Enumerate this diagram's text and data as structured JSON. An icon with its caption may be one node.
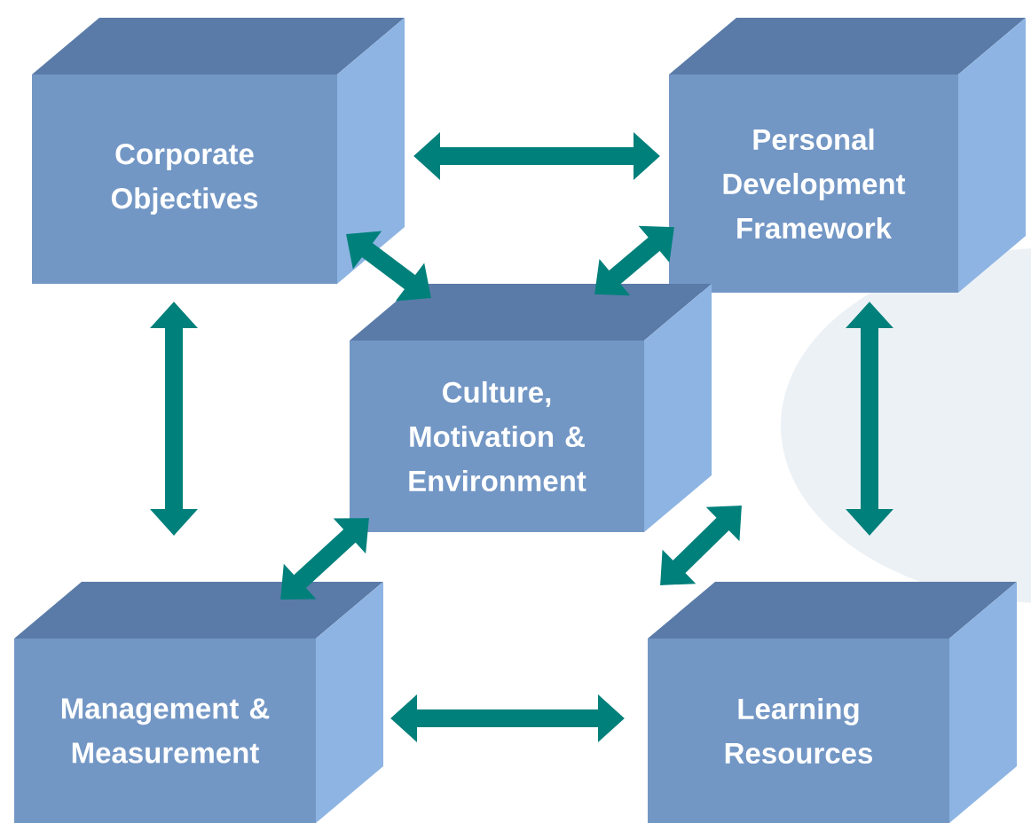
{
  "diagram": {
    "nodes": [
      {
        "text": [
          "Corporate Objectives"
        ]
      },
      {
        "text": [
          "Personal Development Framework"
        ]
      },
      {
        "text": [
          "Culture, Motivation & Environment"
        ]
      },
      {
        "text": [
          "Management & Measurement"
        ]
      },
      {
        "text": [
          "Learning Resources"
        ]
      }
    ],
    "edges": [
      {
        "from": 0,
        "to": 1,
        "arrow": "both"
      },
      {
        "from": 0,
        "to": 3,
        "arrow": "both"
      },
      {
        "from": 1,
        "to": 4,
        "arrow": "both"
      },
      {
        "from": 3,
        "to": 4,
        "arrow": "both"
      },
      {
        "from": 0,
        "to": 2,
        "arrow": "both"
      },
      {
        "from": 1,
        "to": 2,
        "arrow": "both"
      },
      {
        "from": 3,
        "to": 2,
        "arrow": "both"
      },
      {
        "from": 4,
        "to": 2,
        "arrow": "both"
      }
    ]
  }
}
